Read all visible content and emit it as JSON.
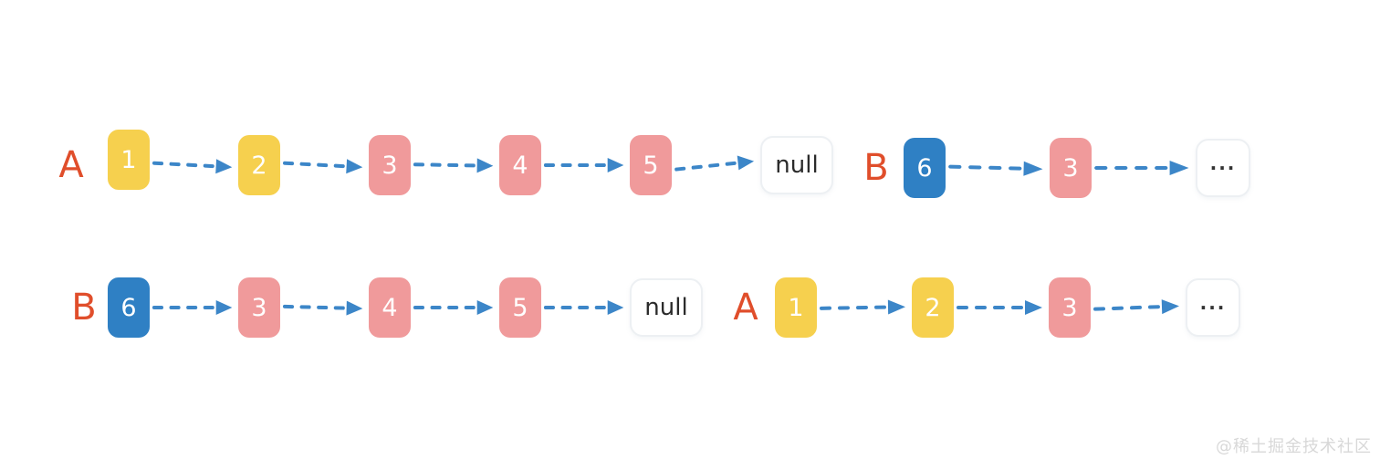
{
  "watermark": "@稀土掘金技术社区",
  "colors": {
    "yellow": "#F6D04E",
    "pink": "#F09A9B",
    "blue": "#2F80C4",
    "label": "#E04E2B",
    "arrow": "#3C86C8"
  },
  "rows": [
    {
      "name": "list-a-full",
      "label": "A",
      "nodes": [
        {
          "value": "1",
          "variant": "yellow"
        },
        {
          "value": "2",
          "variant": "yellow"
        },
        {
          "value": "3",
          "variant": "pink"
        },
        {
          "value": "4",
          "variant": "pink"
        },
        {
          "value": "5",
          "variant": "pink"
        },
        {
          "value": "null",
          "variant": "null-box"
        }
      ]
    },
    {
      "name": "list-b-continuation",
      "label": "B",
      "nodes": [
        {
          "value": "6",
          "variant": "blue"
        },
        {
          "value": "3",
          "variant": "pink"
        },
        {
          "value": "...",
          "variant": "ellipsis-box"
        }
      ]
    },
    {
      "name": "list-b-full",
      "label": "B",
      "nodes": [
        {
          "value": "6",
          "variant": "blue"
        },
        {
          "value": "3",
          "variant": "pink"
        },
        {
          "value": "4",
          "variant": "pink"
        },
        {
          "value": "5",
          "variant": "pink"
        },
        {
          "value": "null",
          "variant": "null-box"
        }
      ]
    },
    {
      "name": "list-a-continuation",
      "label": "A",
      "nodes": [
        {
          "value": "1",
          "variant": "yellow"
        },
        {
          "value": "2",
          "variant": "yellow"
        },
        {
          "value": "3",
          "variant": "pink"
        },
        {
          "value": "...",
          "variant": "ellipsis-box"
        }
      ]
    }
  ]
}
